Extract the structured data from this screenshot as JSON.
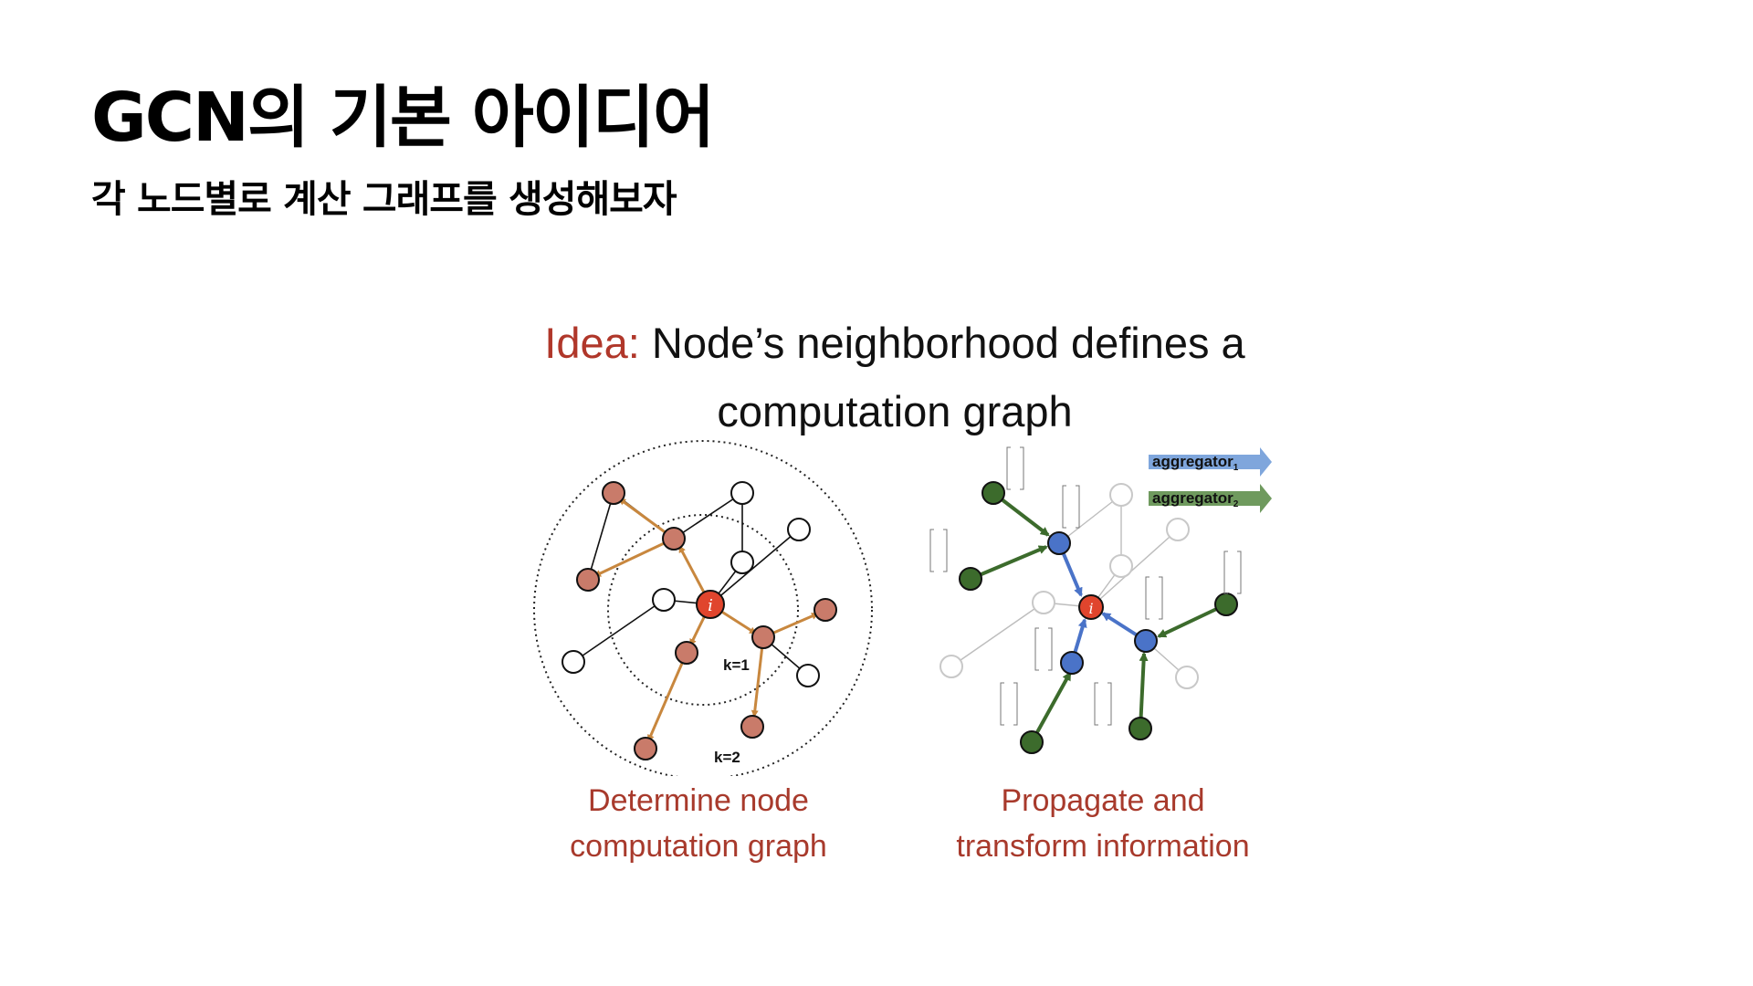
{
  "slide": {
    "title": "GCN의 기본 아이디어",
    "subtitle": "각 노드별로 계산 그래프를 생성해보자"
  },
  "headline": {
    "label": "Idea:",
    "text_line1": "Node’s neighborhood defines a",
    "text_line2": "computation graph"
  },
  "left_diagram": {
    "k1_label": "k=1",
    "k2_label": "k=2",
    "center_label": "i",
    "caption_line1": "Determine node",
    "caption_line2": "computation graph"
  },
  "right_diagram": {
    "center_label": "i",
    "aggregator1": "aggregator",
    "aggregator1_sub": "1",
    "aggregator2": "aggregator",
    "aggregator2_sub": "2",
    "caption_line1": "Propagate and",
    "caption_line2": "transform information"
  },
  "colors": {
    "idea_red": "#b0372a",
    "caption_red": "#a83a2c",
    "node_brown": "#c97b6a",
    "edge_orange": "#c8873e",
    "center_red": "#e0452d",
    "node_blue": "#4a73c8",
    "node_green": "#3c6b2c",
    "arrow_blue": "#7fa6dc",
    "arrow_green": "#6f9a5e"
  }
}
